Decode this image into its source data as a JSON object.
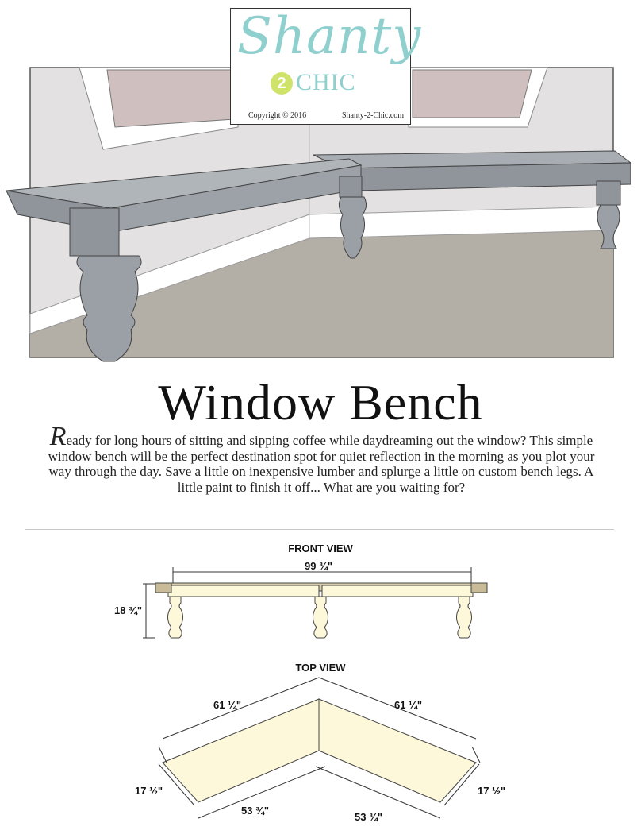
{
  "logo": {
    "script": "Shanty",
    "number": "2",
    "word": "CHIC",
    "copyright": "Copyright © 2016",
    "url": "Shanty-2-Chic.com"
  },
  "title": "Window Bench",
  "intro": {
    "dropcap": "R",
    "text": "eady for long hours of sitting and sipping coffee while daydreaming out the window? This simple window bench will be the perfect destination spot for quiet reflection in the morning as you plot your way through the day. Save a little on inexpensive lumber and splurge a little on custom bench legs.  A little paint to finish it off... What are you waiting for?"
  },
  "front_view": {
    "label": "FRONT VIEW",
    "length": "99 ¾\"",
    "height": "18 ¾\""
  },
  "top_view": {
    "label": "TOP VIEW",
    "left_long": "61 ¼\"",
    "right_long": "61 ¼\"",
    "left_depth": "17 ½\"",
    "right_depth": "17 ½\"",
    "left_short": "53 ¾\"",
    "right_short": "53 ¾\""
  },
  "colors": {
    "wall": "#e3e1e1",
    "floor": "#b3aea6",
    "window_glass": "#cfc0bf",
    "bench": "#9aa0a6",
    "plan_fill": "#fdf8d9",
    "logo_teal": "#8fd0cf",
    "logo_green": "#cfe26a"
  }
}
